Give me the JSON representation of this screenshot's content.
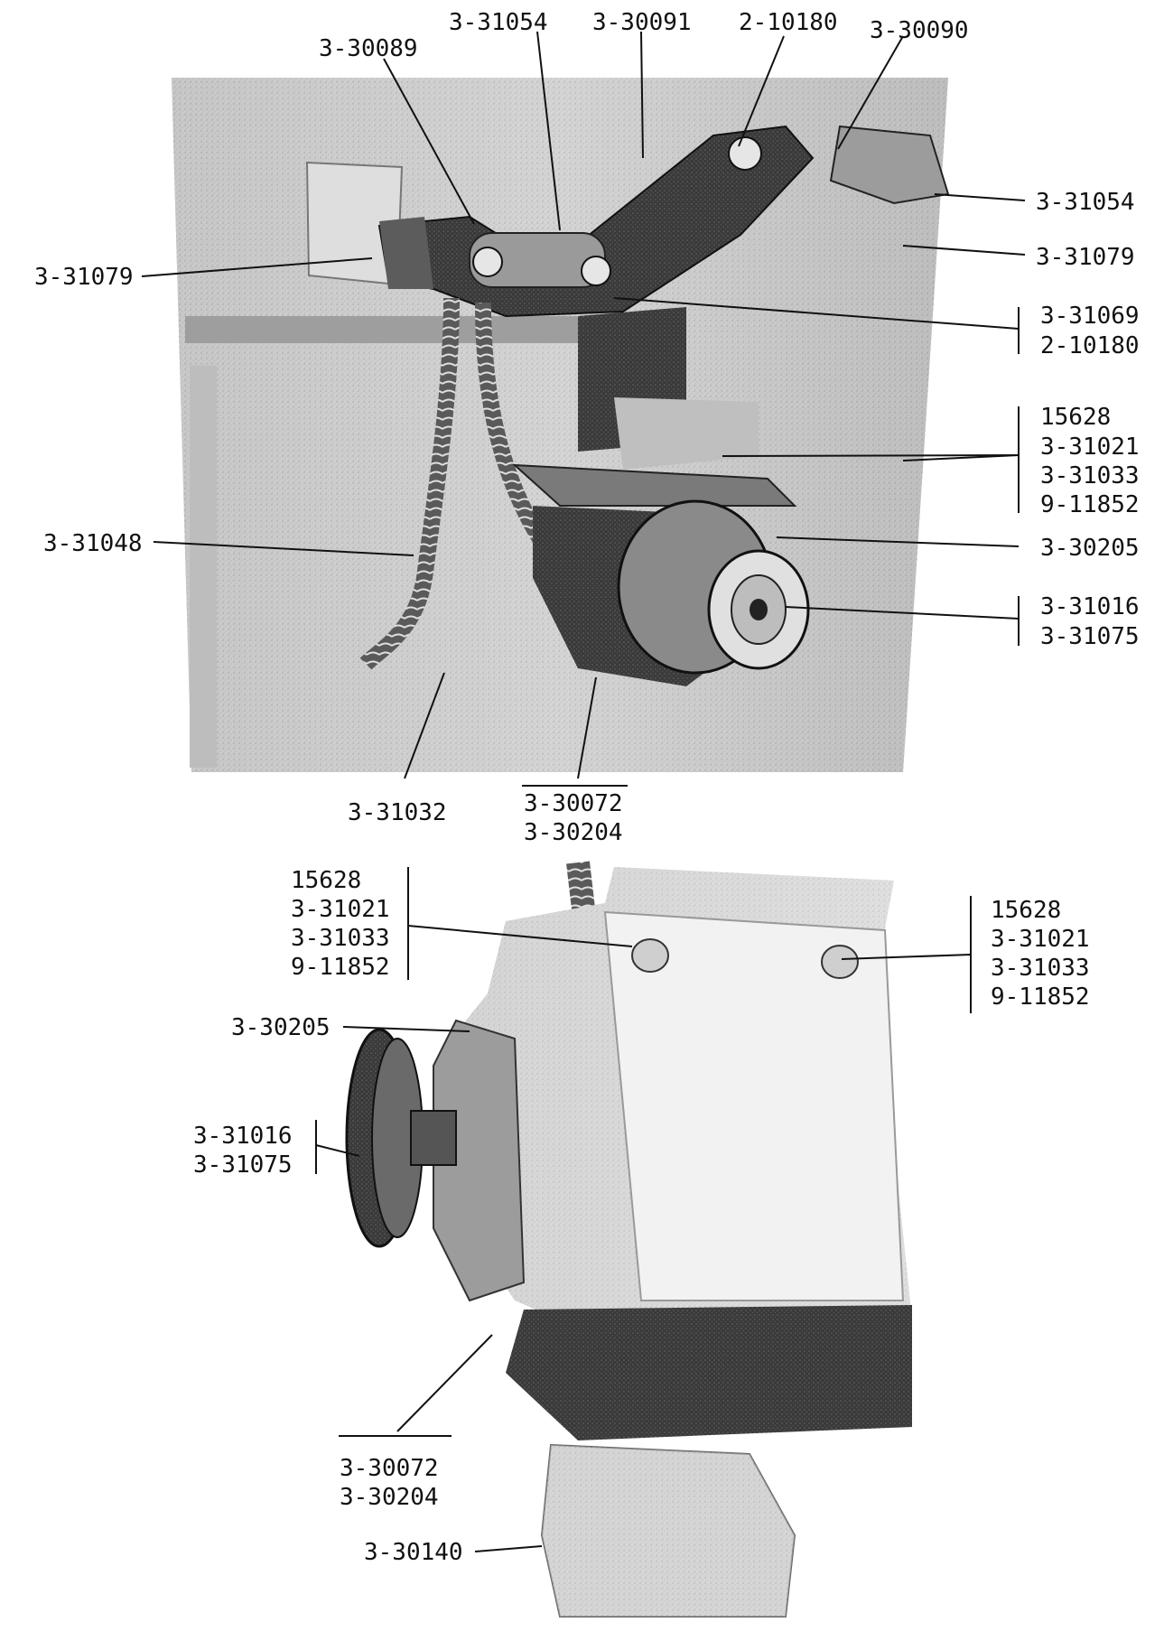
{
  "figure_top": {
    "labels": {
      "p_3_30089": "3-30089",
      "p_3_31054_top": "3-31054",
      "p_3_30091": "3-30091",
      "p_2_10180_top": "2-10180",
      "p_3_30090": "3-30090",
      "p_3_31079_left": "3-31079",
      "p_3_31054_right": "3-31054",
      "p_3_31079_right": "3-31079",
      "p_3_31048": "3-31048",
      "p_3_30205": "3-30205",
      "p_3_31032": "3-31032"
    },
    "groups": {
      "bracket_a": [
        "3-31069",
        "2-10180"
      ],
      "hardware": [
        "15628",
        "3-31021",
        "3-31033",
        "9-11852"
      ],
      "pulley": [
        "3-31016",
        "3-31075"
      ],
      "motor_base": [
        "3-30072",
        "3-30204"
      ]
    }
  },
  "figure_bottom": {
    "labels": {
      "p_3_30205": "3-30205",
      "p_3_30140": "3-30140"
    },
    "groups": {
      "hardware_left": [
        "15628",
        "3-31021",
        "3-31033",
        "9-11852"
      ],
      "hardware_right": [
        "15628",
        "3-31021",
        "3-31033",
        "9-11852"
      ],
      "pulley": [
        "3-31016",
        "3-31075"
      ],
      "motor_base": [
        "3-30072",
        "3-30204"
      ]
    }
  },
  "colors": {
    "ink": "#111111",
    "paper": "#ffffff",
    "photo_light": "#cfcfcf",
    "photo_mid": "#8f8f8f",
    "photo_dark": "#262626"
  }
}
